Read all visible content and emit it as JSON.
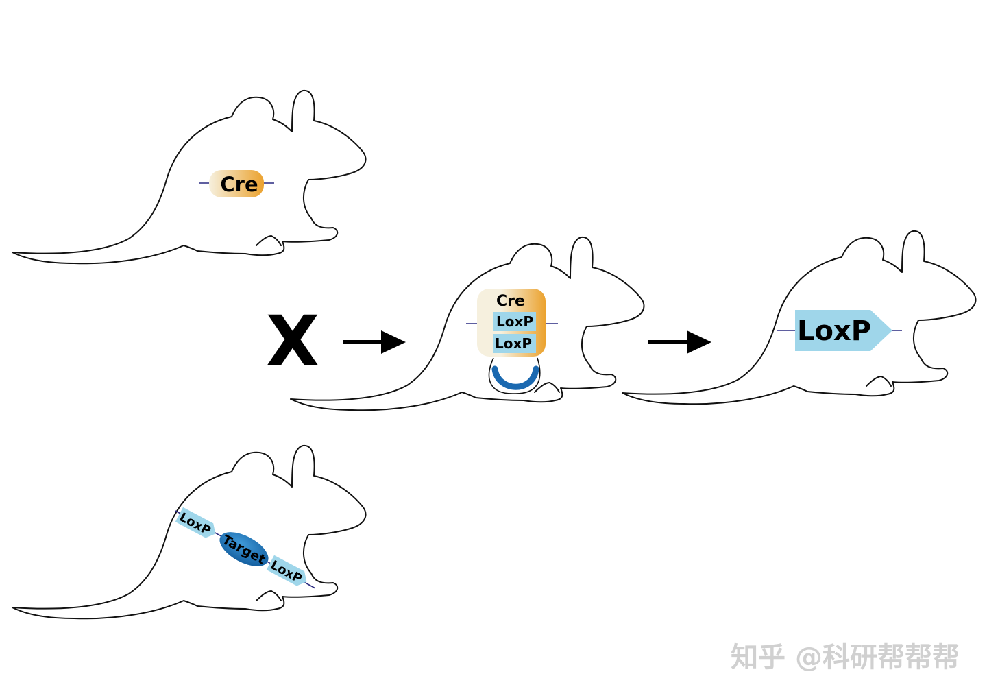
{
  "colors": {
    "cre_light": "#f6f0de",
    "cre_dark": "#eba22e",
    "loxp": "#9fd6ea",
    "target_light": "#3f99d8",
    "target_dark": "#135e9f",
    "loop": "#1b69b0",
    "outline": "#111111",
    "watermark": "#d0d0d0"
  },
  "mice": [
    {
      "role": "cre-parent",
      "labels": [
        "Cre"
      ]
    },
    {
      "role": "floxed-parent",
      "labels": [
        "LoxP",
        "Target",
        "LoxP"
      ]
    },
    {
      "role": "offspring",
      "labels": [
        "Cre",
        "LoxP",
        "LoxP"
      ]
    },
    {
      "role": "knockout-result",
      "labels": [
        "LoxP"
      ]
    }
  ],
  "operators": {
    "cross": "X",
    "arrow_icon": "right-arrow-icon"
  },
  "watermark": "知乎 @科研帮帮帮"
}
